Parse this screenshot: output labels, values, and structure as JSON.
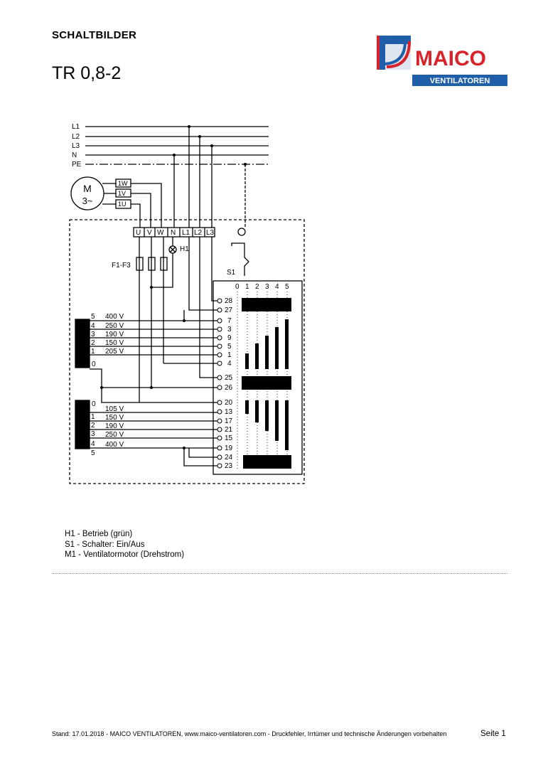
{
  "header": {
    "section": "SCHALTBILDER",
    "model": "TR 0,8-2"
  },
  "logo": {
    "brand": "MAICO",
    "sub": "VENTILATOREN",
    "colors": {
      "red": "#d8232a",
      "blue": "#1f5faa"
    }
  },
  "diagram": {
    "lines": [
      "L1",
      "L2",
      "L3",
      "N",
      "PE"
    ],
    "motor": {
      "symbol": "M",
      "phase": "3~",
      "windings": [
        "1W",
        "1V",
        "1U"
      ]
    },
    "terminals": [
      "U",
      "V",
      "W",
      "N",
      "L1",
      "L2",
      "L3"
    ],
    "lamp": "H1",
    "fuses": "F1-F3",
    "switch": "S1",
    "positions": [
      "0",
      "1",
      "2",
      "3",
      "4",
      "5"
    ],
    "contacts": [
      "28",
      "27",
      "7",
      "3",
      "9",
      "5",
      "1",
      "4",
      "25",
      "26",
      "20",
      "13",
      "17",
      "21",
      "15",
      "19",
      "24",
      "23"
    ],
    "upper_taps": [
      {
        "tap": "5",
        "voltage": "400 V"
      },
      {
        "tap": "4",
        "voltage": "250 V"
      },
      {
        "tap": "3",
        "voltage": "190 V"
      },
      {
        "tap": "2",
        "voltage": "150 V"
      },
      {
        "tap": "1",
        "voltage": "205 V"
      },
      {
        "tap": "0",
        "voltage": ""
      }
    ],
    "lower_taps": [
      {
        "tap": "0",
        "voltage": ""
      },
      {
        "tap": "1",
        "voltage": "105 V"
      },
      {
        "tap": "2",
        "voltage": "150 V"
      },
      {
        "tap": "3",
        "voltage": "190 V"
      },
      {
        "tap": "4",
        "voltage": "250 V"
      },
      {
        "tap": "5",
        "voltage": "400 V"
      }
    ]
  },
  "legend": [
    "H1 - Betrieb (grün)",
    "S1 - Schalter: Ein/Aus",
    "M1 - Ventilatormotor (Drehstrom)"
  ],
  "footer": {
    "text": "Stand: 17.01.2018 - MAICO VENTILATOREN, www.maico-ventilatoren.com - Druckfehler, Irrtümer und technische Änderungen vorbehalten",
    "page": "Seite 1"
  }
}
